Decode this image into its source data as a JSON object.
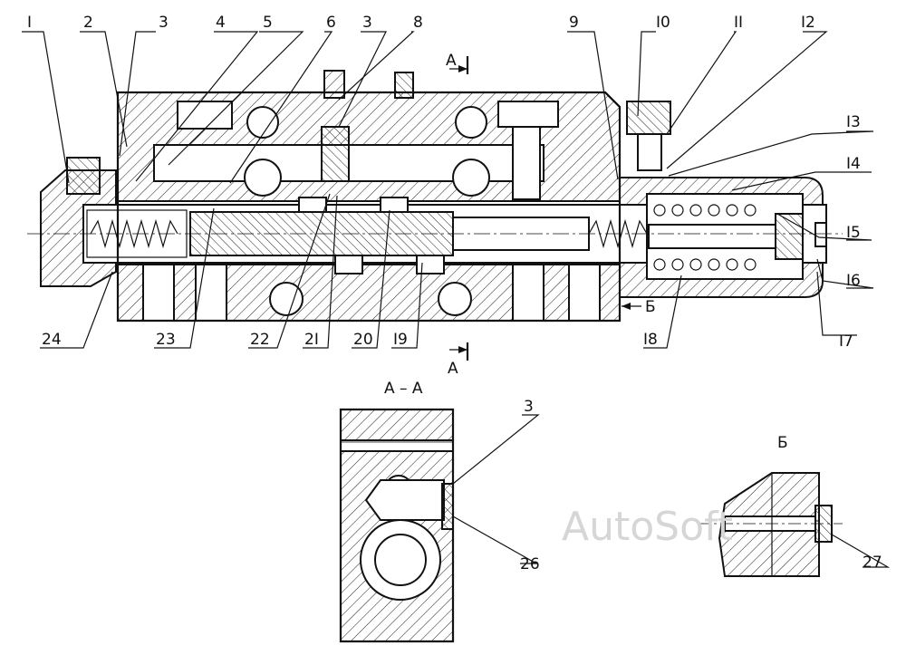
{
  "callouts": {
    "top": [
      "I",
      "2",
      "3",
      "4",
      "5",
      "6",
      "3",
      "8",
      "9",
      "I0",
      "II",
      "I2",
      "I3",
      "I4",
      "I5",
      "I6",
      "I7",
      "I8"
    ],
    "bottom": [
      "24",
      "23",
      "22",
      "2I",
      "20",
      "I9"
    ]
  },
  "sections": {
    "a_top": "A",
    "a_bottom": "A",
    "aa_title": "A – A",
    "aa_callout_3": "3",
    "aa_callout_26": "26",
    "b_arrow": "Б",
    "b_title": "Б",
    "b_callout_27": "27"
  },
  "watermark": "AutoSoft"
}
